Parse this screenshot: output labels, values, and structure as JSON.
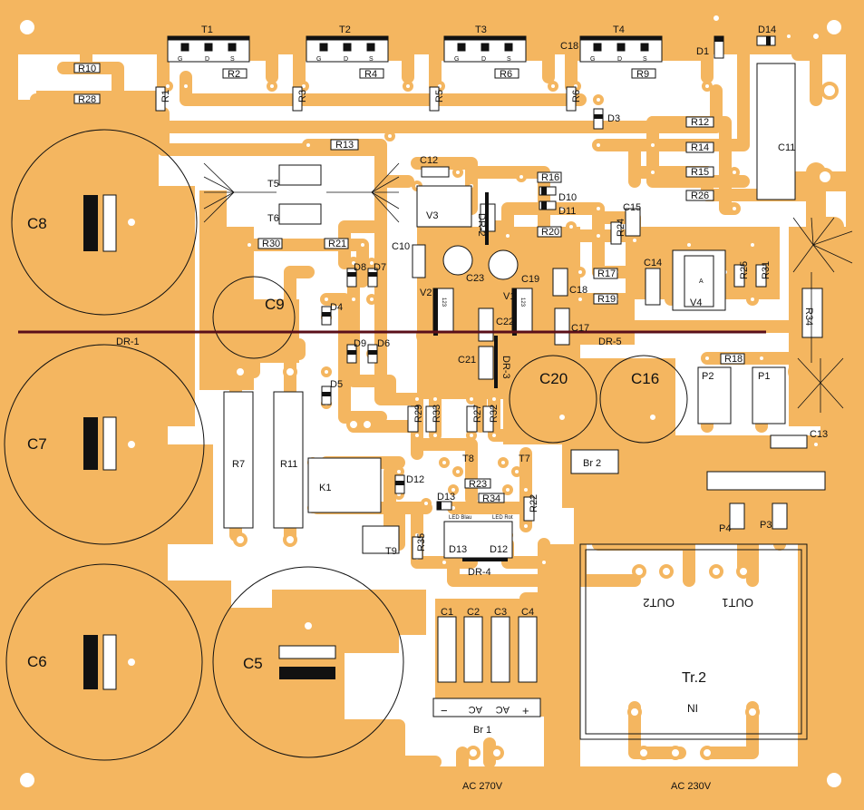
{
  "colors": {
    "copper": "#F4B660",
    "background": "#FFFFFF",
    "silkscreen": "#111111",
    "drill": "#FFFFFF",
    "heatsink_bar": "#5A0F1A"
  },
  "transistors": [
    {
      "ref": "T1",
      "pins": [
        "G",
        "D",
        "S"
      ]
    },
    {
      "ref": "T2",
      "pins": [
        "G",
        "D",
        "S"
      ]
    },
    {
      "ref": "T3",
      "pins": [
        "G",
        "D",
        "S"
      ]
    },
    {
      "ref": "T4",
      "pins": [
        "G",
        "D",
        "S"
      ]
    }
  ],
  "labels": {
    "resistors": [
      "R10",
      "R28",
      "R1",
      "R2",
      "R3",
      "R4",
      "R5",
      "R6",
      "R9",
      "R12",
      "R13",
      "R14",
      "R15",
      "R16",
      "R17",
      "R18",
      "R19",
      "R20",
      "R21",
      "R22",
      "R23",
      "R24",
      "R25",
      "R26",
      "R27",
      "R29",
      "R30",
      "R31",
      "R32",
      "R33",
      "R34",
      "R35",
      "R6b"
    ],
    "big_resistors": [
      "R7",
      "R11",
      "R34b"
    ],
    "capacitors_small": [
      "C1",
      "C2",
      "C3",
      "C4",
      "C10",
      "C11",
      "C12",
      "C13",
      "C14",
      "C15",
      "C17",
      "C18",
      "C18b",
      "C19",
      "C21",
      "C22",
      "C23"
    ],
    "diodes": [
      "D1",
      "D3",
      "D4",
      "D5",
      "D6",
      "D7",
      "D8",
      "D9",
      "D10",
      "D11",
      "D12",
      "D14"
    ],
    "misc": [
      "T5",
      "T6",
      "T7",
      "T8",
      "T9",
      "V1",
      "V2",
      "V3",
      "V4",
      "K1",
      "P1",
      "P2",
      "P3",
      "P4",
      "D13a",
      "D12b"
    ],
    "dr": [
      "DR-1",
      "DR-2",
      "DR-3",
      "DR-4",
      "DR-5"
    ],
    "bridges": [
      "Br 2",
      "Br 1"
    ]
  },
  "text": {
    "R34b": "R34",
    "R6b": "R6",
    "C18b": "C18",
    "D13a": "D13",
    "D12b": "D12",
    "D13b": "D13",
    "led_blau": "LED Blau",
    "led_rot": "LED Rot",
    "out1": "OUT1",
    "out2": "OUT2",
    "tr2": "Tr.2",
    "tr2_sub": "NI",
    "ac270": "AC 270V",
    "ac230": "AC 230V",
    "br1_minus": "−",
    "br1_ac1": "AC",
    "br1_ac2": "AC",
    "br1_plus": "+",
    "v4_a": "A",
    "v1v2_pins": "123"
  },
  "big_caps": [
    "C8",
    "C7",
    "C6",
    "C5",
    "C9",
    "C20",
    "C16"
  ]
}
